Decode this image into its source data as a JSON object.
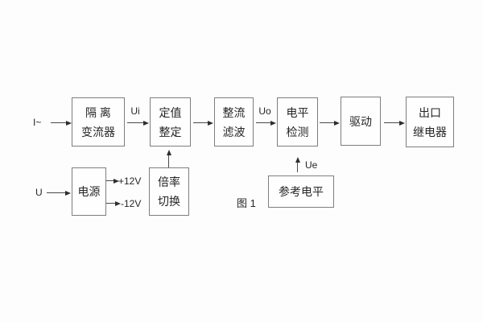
{
  "figure": {
    "caption": "图 1",
    "colors": {
      "background": "#fdfdfd",
      "box_border": "#7e7e7e",
      "line": "#4a4a4a",
      "text": "#262626"
    }
  },
  "blocks": {
    "isolation": {
      "line1": "隔 离",
      "line2": "变流器"
    },
    "setting": {
      "line1": "定值",
      "line2": "整定"
    },
    "rectifier": {
      "line1": "整流",
      "line2": "滤波"
    },
    "level": {
      "line1": "电平",
      "line2": "检测"
    },
    "drive": {
      "label": "驱动"
    },
    "relay": {
      "line1": "出口",
      "line2": "继电器"
    },
    "power": {
      "label": "电源"
    },
    "ratio": {
      "line1": "倍率",
      "line2": "切换"
    },
    "reference": {
      "label": "参考电平"
    }
  },
  "labels": {
    "input_current": "I~",
    "input_voltage": "U",
    "ui": "Ui",
    "uo": "Uo",
    "ue": "Ue",
    "plus12v": "+12V",
    "minus12v": "-12V"
  }
}
